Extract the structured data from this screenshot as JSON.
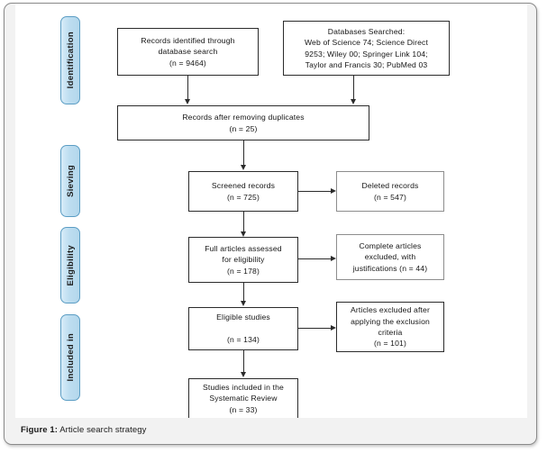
{
  "figure": {
    "caption_label": "Figure 1:",
    "caption_text": " Article search strategy"
  },
  "stages": [
    {
      "id": "identification",
      "label": "Identification"
    },
    {
      "id": "sieving",
      "label": "Sieving"
    },
    {
      "id": "eligibility",
      "label": "Eligibility"
    },
    {
      "id": "included",
      "label": "Included in"
    }
  ],
  "boxes": {
    "records_identified": "Records identified through\ndatabase search\n(n = 9464)",
    "databases_searched": "Databases Searched:\nWeb of Science 74; Science Direct\n9253; Wiley 00; Springer Link 104;\nTaylor and Francis 30; PubMed 03",
    "records_after_duplicates": "Records after removing duplicates\n(n = 25)",
    "screened_records": "Screened records\n(n = 725)",
    "deleted_records": "Deleted records\n(n = 547)",
    "full_articles_assessed": "Full articles assessed\nfor eligibility\n(n = 178)",
    "complete_articles_excluded": "Complete articles\nexcluded, with\njustifications (n = 44)",
    "eligible_studies": "Eligible studies\n\n(n = 134)",
    "articles_excluded_criteria": "Articles excluded after\napplying the exclusion\ncriteria\n(n = 101)",
    "studies_included": "Studies included in the\nSystematic Review\n(n = 33)"
  },
  "chart_data": {
    "type": "diagram",
    "title": "Article search strategy (PRISMA flow diagram)",
    "stages": [
      "Identification",
      "Sieving",
      "Eligibility",
      "Included in"
    ],
    "nodes": [
      {
        "id": "records_identified",
        "stage": "Identification",
        "label": "Records identified through database search",
        "n": 9464
      },
      {
        "id": "databases_searched",
        "stage": "Identification",
        "label": "Databases Searched",
        "sources": [
          {
            "name": "Web of Science",
            "n": 74
          },
          {
            "name": "Science Direct",
            "n": 9253
          },
          {
            "name": "Wiley",
            "n": 0
          },
          {
            "name": "Springer Link",
            "n": 104
          },
          {
            "name": "Taylor and Francis",
            "n": 30
          },
          {
            "name": "PubMed",
            "n": 3
          }
        ]
      },
      {
        "id": "records_after_duplicates",
        "stage": "Identification",
        "label": "Records after removing duplicates",
        "n": 25
      },
      {
        "id": "screened_records",
        "stage": "Sieving",
        "label": "Screened records",
        "n": 725
      },
      {
        "id": "deleted_records",
        "stage": "Sieving",
        "label": "Deleted records",
        "n": 547
      },
      {
        "id": "full_articles_assessed",
        "stage": "Eligibility",
        "label": "Full articles assessed for eligibility",
        "n": 178
      },
      {
        "id": "complete_articles_excluded",
        "stage": "Eligibility",
        "label": "Complete articles excluded, with justifications",
        "n": 44
      },
      {
        "id": "eligible_studies",
        "stage": "Eligibility",
        "label": "Eligible studies",
        "n": 134
      },
      {
        "id": "articles_excluded_criteria",
        "stage": "Included in",
        "label": "Articles excluded after applying the exclusion criteria",
        "n": 101
      },
      {
        "id": "studies_included",
        "stage": "Included in",
        "label": "Studies included in the Systematic Review",
        "n": 33
      }
    ],
    "edges": [
      {
        "from": "records_identified",
        "to": "records_after_duplicates",
        "direction": "down"
      },
      {
        "from": "databases_searched",
        "to": "records_after_duplicates",
        "direction": "down"
      },
      {
        "from": "records_after_duplicates",
        "to": "screened_records",
        "direction": "down"
      },
      {
        "from": "screened_records",
        "to": "deleted_records",
        "direction": "right"
      },
      {
        "from": "screened_records",
        "to": "full_articles_assessed",
        "direction": "down"
      },
      {
        "from": "full_articles_assessed",
        "to": "complete_articles_excluded",
        "direction": "right"
      },
      {
        "from": "full_articles_assessed",
        "to": "eligible_studies",
        "direction": "down"
      },
      {
        "from": "eligible_studies",
        "to": "articles_excluded_criteria",
        "direction": "right"
      },
      {
        "from": "eligible_studies",
        "to": "studies_included",
        "direction": "down"
      }
    ],
    "colors": {
      "stage_tab_fill": "#bfdff0",
      "stage_tab_border": "#5b9dc4",
      "box_border": "#2b2b2b",
      "box_border_secondary": "#8d8d8d",
      "connector": "#2b2b2b",
      "canvas": "#ffffff",
      "page": "#f2f2f2"
    }
  }
}
